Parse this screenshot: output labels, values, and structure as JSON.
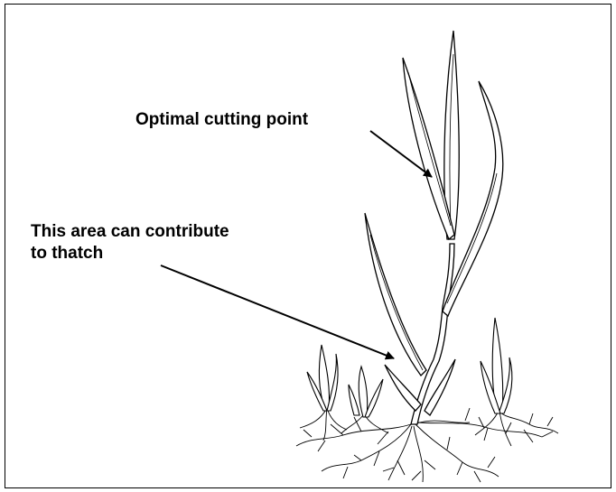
{
  "labels": {
    "cutting_point": "Optimal cutting point",
    "thatch_line1": "This area can contribute",
    "thatch_line2": "to thatch"
  },
  "colors": {
    "ink": "#000000",
    "paper": "#ffffff"
  }
}
